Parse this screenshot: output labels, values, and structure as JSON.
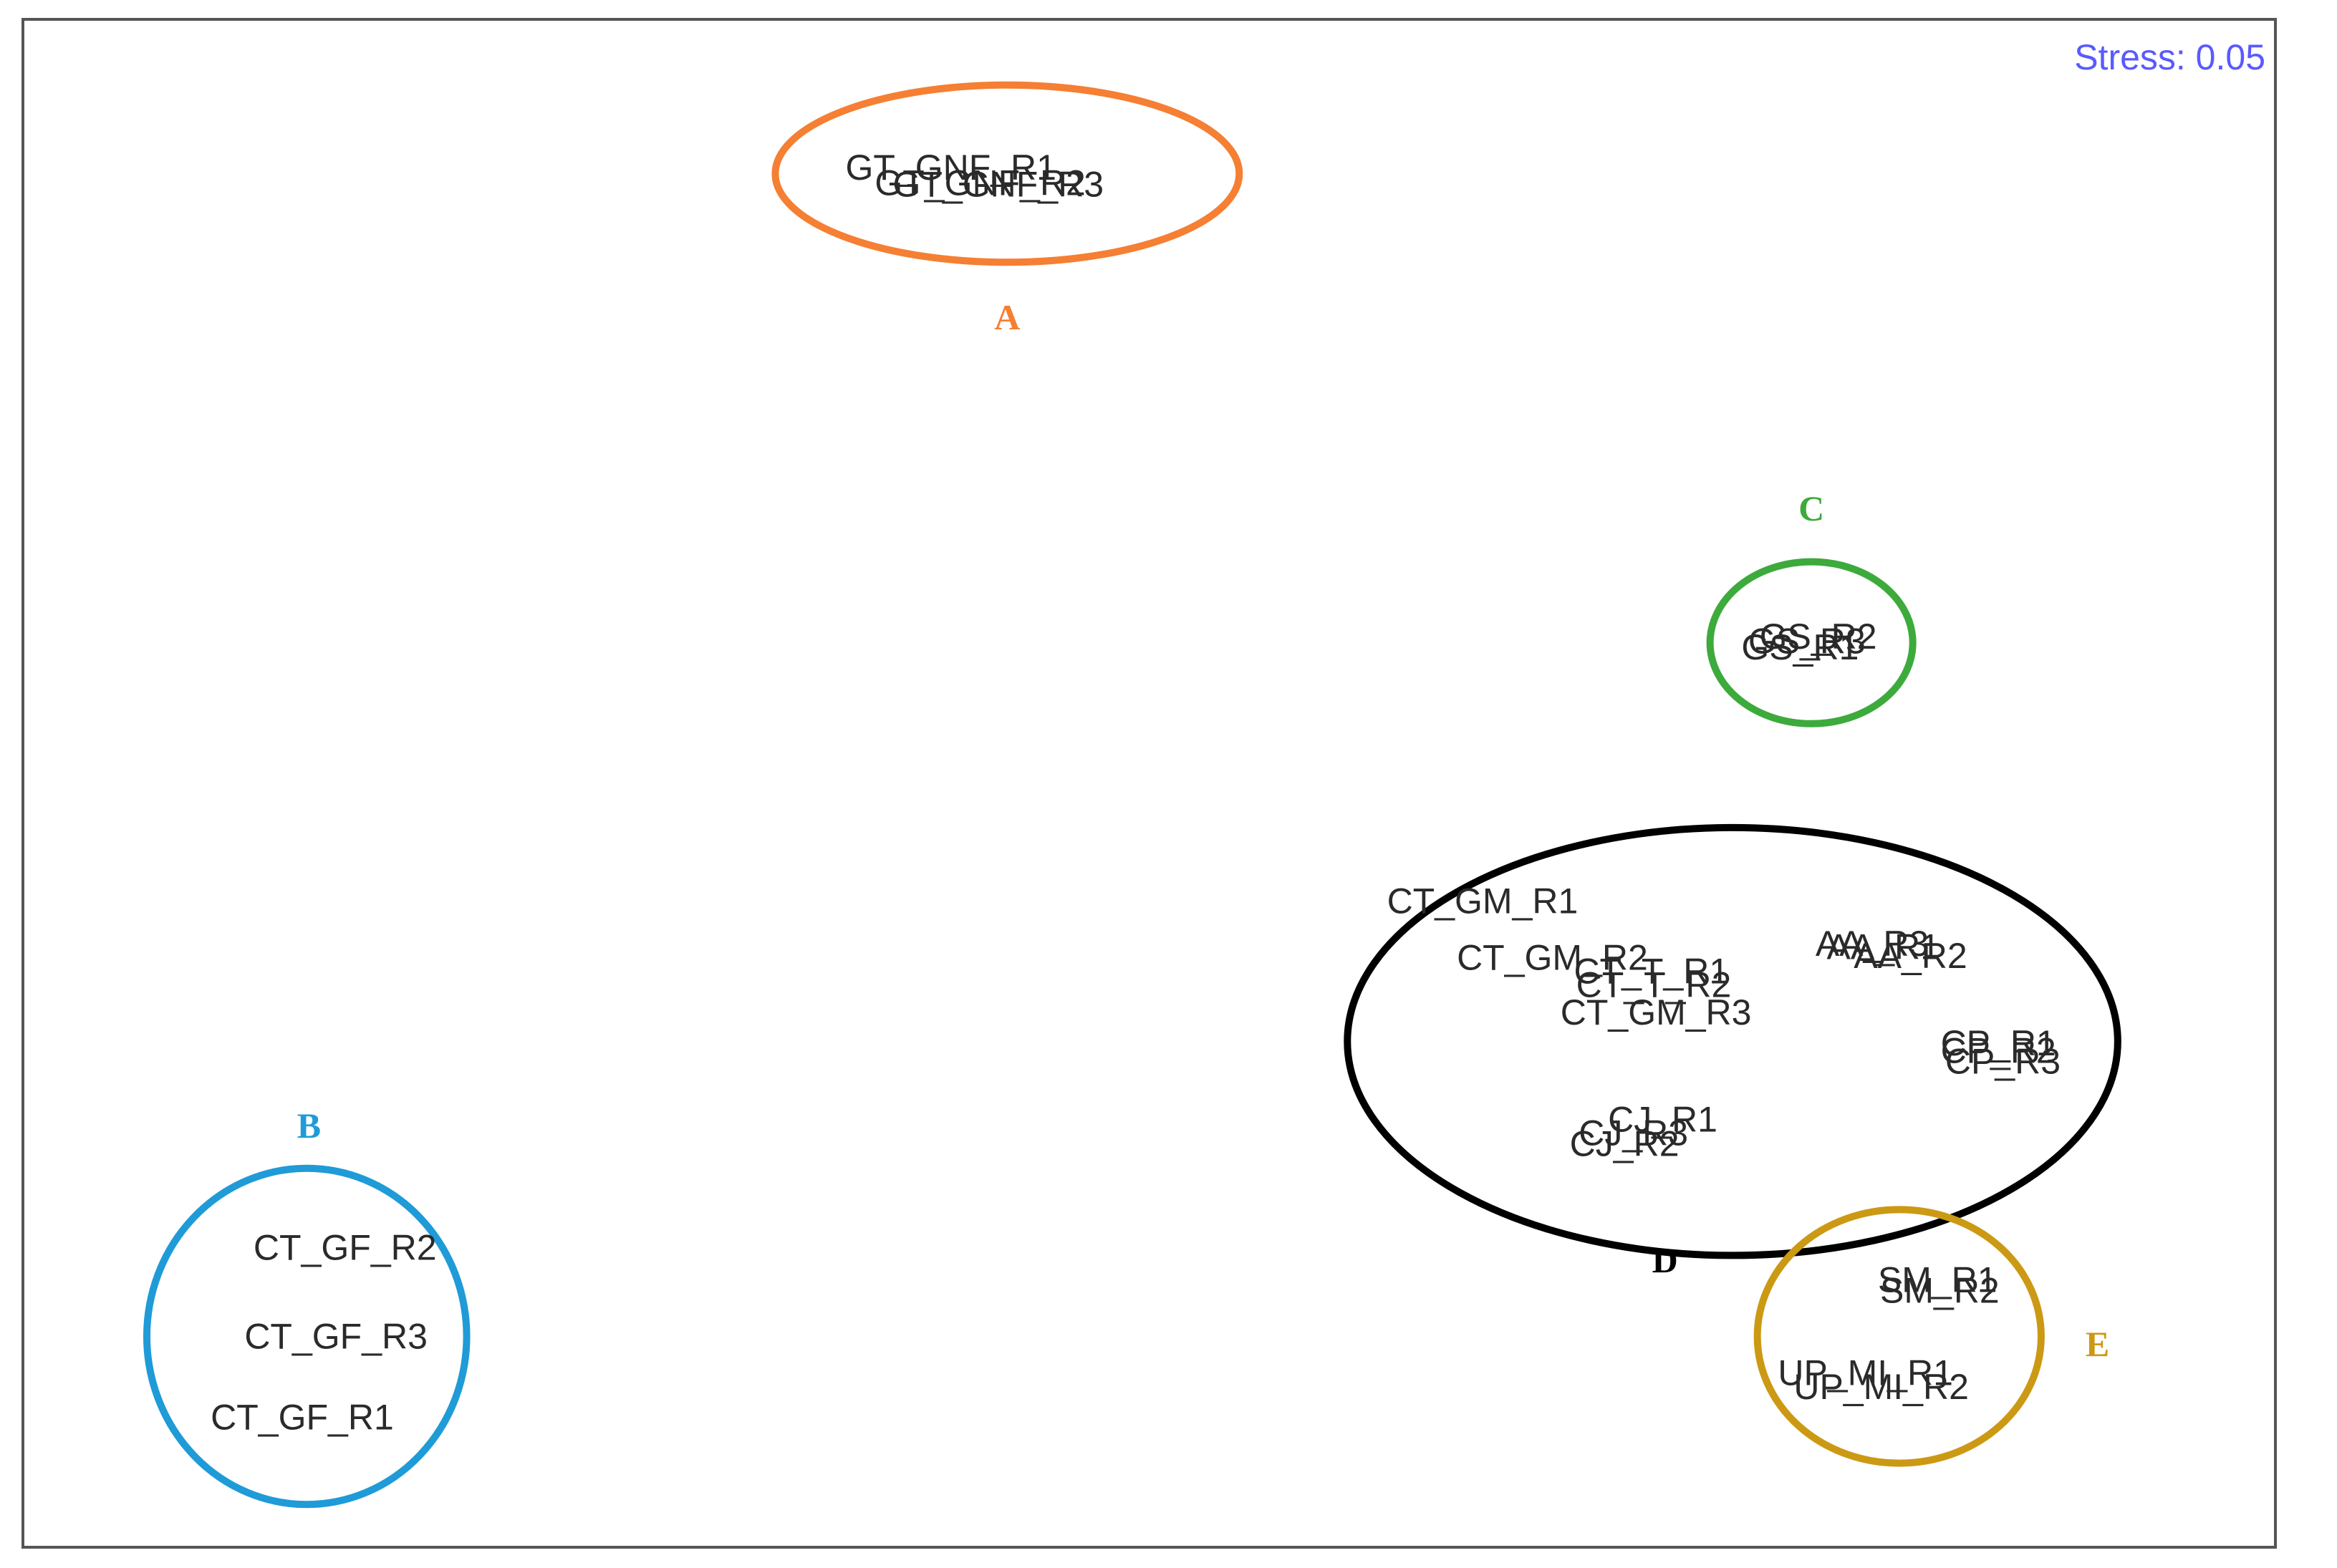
{
  "chart_data": {
    "type": "scatter",
    "title": "",
    "xlabel": "",
    "ylabel": "",
    "annotation": "Stress: 0.05",
    "annotation_color": "#5a5aff",
    "xlim": [
      0,
      1
    ],
    "ylim": [
      0,
      1
    ],
    "points": [
      {
        "label": "GT_GNF_R1",
        "x": 0.412,
        "y": 0.903
      },
      {
        "label": "GT_GNF_R2",
        "x": 0.425,
        "y": 0.893
      },
      {
        "label": "GT_GNF_R3",
        "x": 0.433,
        "y": 0.892
      },
      {
        "label": "CT_GF_R2",
        "x": 0.143,
        "y": 0.196
      },
      {
        "label": "CT_GF_R3",
        "x": 0.139,
        "y": 0.138
      },
      {
        "label": "CT_GF_R1",
        "x": 0.124,
        "y": 0.085
      },
      {
        "label": "GS_R2",
        "x": 0.797,
        "y": 0.596
      },
      {
        "label": "GS_R1",
        "x": 0.789,
        "y": 0.589
      },
      {
        "label": "GS_R3",
        "x": 0.792,
        "y": 0.593
      },
      {
        "label": "CT_GM_R1",
        "x": 0.648,
        "y": 0.423
      },
      {
        "label": "CT_GM_R2",
        "x": 0.679,
        "y": 0.386
      },
      {
        "label": "CT_GM_R3",
        "x": 0.725,
        "y": 0.35
      },
      {
        "label": "CT_T_R1",
        "x": 0.723,
        "y": 0.377
      },
      {
        "label": "CT_T_R2",
        "x": 0.724,
        "y": 0.368
      },
      {
        "label": "AA_R1",
        "x": 0.826,
        "y": 0.393
      },
      {
        "label": "AA_R2",
        "x": 0.838,
        "y": 0.387
      },
      {
        "label": "AA_R3",
        "x": 0.821,
        "y": 0.395
      },
      {
        "label": "CP_R1",
        "x": 0.877,
        "y": 0.33
      },
      {
        "label": "CP_R2",
        "x": 0.877,
        "y": 0.325
      },
      {
        "label": "CP_R3",
        "x": 0.879,
        "y": 0.318
      },
      {
        "label": "CJ_R1",
        "x": 0.728,
        "y": 0.28
      },
      {
        "label": "CJ_R2",
        "x": 0.711,
        "y": 0.264
      },
      {
        "label": "CJ_R3",
        "x": 0.715,
        "y": 0.271
      },
      {
        "label": "SM_R1",
        "x": 0.85,
        "y": 0.175
      },
      {
        "label": "SM_R2",
        "x": 0.851,
        "y": 0.168
      },
      {
        "label": "UP_MI_R1",
        "x": 0.818,
        "y": 0.114
      },
      {
        "label": "UP_MI_R2",
        "x": 0.825,
        "y": 0.105
      }
    ],
    "groups": [
      {
        "letter": "A",
        "color": "#f57f33",
        "members": [
          "GT_GNF_R1",
          "GT_GNF_R2",
          "GT_GNF_R3"
        ],
        "cx": 0.437,
        "cy": 0.899,
        "rx": 0.103,
        "ry": 0.058,
        "label_x": 0.437,
        "label_y": 0.805
      },
      {
        "letter": "B",
        "color": "#1f9bd7",
        "members": [
          "CT_GF_R1",
          "CT_GF_R2",
          "CT_GF_R3"
        ],
        "cx": 0.126,
        "cy": 0.138,
        "rx": 0.071,
        "ry": 0.11,
        "label_x": 0.127,
        "label_y": 0.276
      },
      {
        "letter": "C",
        "color": "#3daa3c",
        "members": [
          "GS_R1",
          "GS_R2",
          "GS_R3"
        ],
        "cx": 0.794,
        "cy": 0.592,
        "rx": 0.045,
        "ry": 0.053,
        "label_x": 0.794,
        "label_y": 0.68
      },
      {
        "letter": "D",
        "color": "#000000",
        "members": [
          "CT_GM_R1",
          "CT_GM_R2",
          "CT_GM_R3",
          "CT_T_R1",
          "CT_T_R2",
          "AA_R1",
          "AA_R2",
          "AA_R3",
          "CP_R1",
          "CP_R2",
          "CP_R3",
          "CJ_R1",
          "CJ_R2",
          "CJ_R3"
        ],
        "cx": 0.759,
        "cy": 0.331,
        "rx": 0.171,
        "ry": 0.14,
        "label_x": 0.729,
        "label_y": 0.188
      },
      {
        "letter": "E",
        "color": "#cc9914",
        "members": [
          "SM_R1",
          "SM_R2",
          "UP_MI_R1",
          "UP_MI_R2"
        ],
        "cx": 0.833,
        "cy": 0.138,
        "rx": 0.063,
        "ry": 0.083,
        "label_x": 0.921,
        "label_y": 0.133
      }
    ],
    "grid": false,
    "legend": "none"
  }
}
